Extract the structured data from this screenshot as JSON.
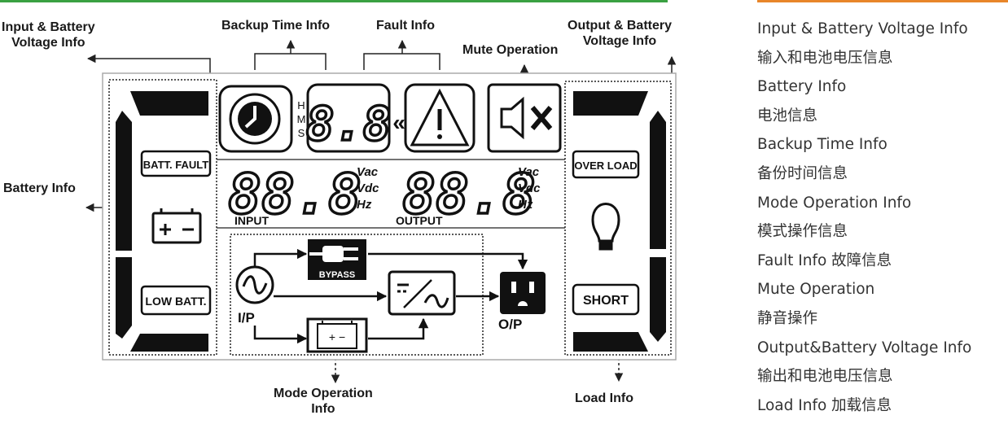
{
  "callouts": {
    "input_battery": [
      "Input & Battery",
      "Voltage Info"
    ],
    "backup_time": "Backup Time Info",
    "fault": "Fault Info",
    "output_battery": [
      "Output & Battery",
      "Voltage Info"
    ],
    "mute": "Mute Operation",
    "battery": "Battery Info",
    "mode_operation": [
      "Mode Operation",
      "Info"
    ],
    "load": "Load Info"
  },
  "lcd": {
    "time_units": [
      "H",
      "M",
      "S"
    ],
    "time_digits": "8.8",
    "input_digits": "88.8",
    "output_digits": "88.8",
    "units": [
      "Vac",
      "Vdc",
      "Hz"
    ],
    "input_label": "INPUT",
    "output_label": "OUTPUT",
    "batt_fault": "BATT. FAULT",
    "low_batt": "LOW BATT.",
    "over_load": "OVER LOAD",
    "short": "SHORT",
    "bypass": "BYPASS",
    "ip": "I/P",
    "op": "O/P"
  },
  "legend": [
    "Input & Battery Voltage Info",
    "输入和电池电压信息",
    "Battery Info",
    "电池信息",
    "Backup Time Info",
    "备份时间信息",
    "Mode Operation Info",
    "模式操作信息",
    "Fault Info  故障信息",
    "Mute Operation",
    "静音操作",
    "Output&Battery Voltage Info",
    "输出和电池电压信息",
    "Load Info  加载信息"
  ],
  "colors": {
    "accent_green": "#3aa142",
    "accent_orange": "#e8862a",
    "lcd_ink": "#111111"
  }
}
